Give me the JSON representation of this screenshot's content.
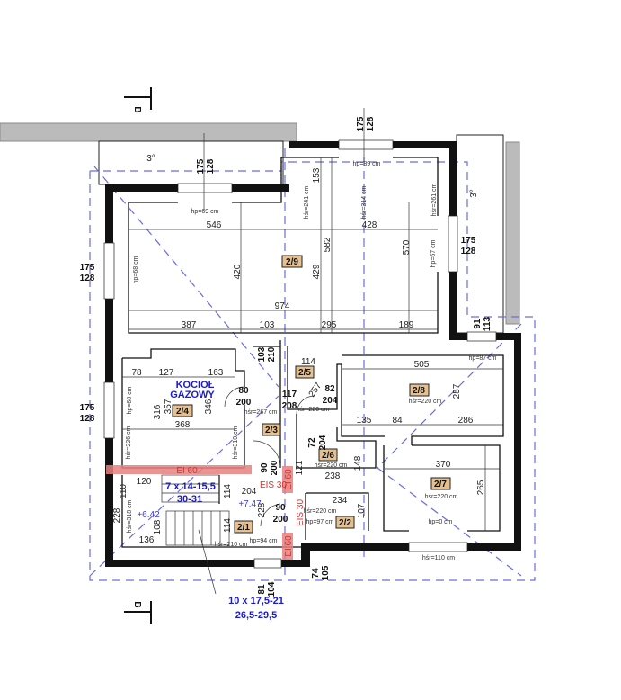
{
  "colors": {
    "wall": "#111111",
    "roof_outline": "#6c6ce0",
    "room_tag": "#e6c08e",
    "fire_band": "#e8807c",
    "fire_text": "#d9302f",
    "annotation_blue": "#1a1ad0",
    "terrace": "#bbbbbb"
  },
  "section_marks": [
    "B",
    "B"
  ],
  "slopes": [
    "3°",
    "3°"
  ],
  "window_sizes": {
    "top_left": [
      "175",
      "128"
    ],
    "top_center": [
      "175",
      "128"
    ],
    "left_upper": [
      "175",
      "128"
    ],
    "left_lower": [
      "175",
      "128"
    ],
    "right": [
      "175",
      "128"
    ],
    "right_small": [
      "91",
      "113"
    ],
    "bottom_door": [
      "81",
      "104"
    ],
    "bottom_window": [
      "74",
      "105"
    ]
  },
  "rooms": [
    {
      "id": "2/9",
      "sill": [
        "hp=69 cm",
        "hp=89 cm",
        "hp=68 cm",
        "hp=67 cm"
      ],
      "ceiling": [
        "hśr=241 cm",
        "hśr=314 cm",
        "hśr=261 cm"
      ],
      "dims": [
        "546",
        "428",
        "153",
        "582",
        "429",
        "420",
        "570",
        "974",
        "387",
        "103",
        "295",
        "189"
      ]
    },
    {
      "id": "2/4",
      "label": [
        "KOCIOŁ",
        "GAZOWY"
      ],
      "dims": [
        "78",
        "127",
        "163",
        "316",
        "357",
        "346",
        "368"
      ],
      "sill": "hp=68 cm",
      "ceiling": [
        "hśr=226 cm",
        "hśr=310 cm"
      ]
    },
    {
      "id": "2/5",
      "dims": [
        "114"
      ]
    },
    {
      "id": "2/3",
      "ceiling": "hśr=267 cm"
    },
    {
      "id": "2/8",
      "dims": [
        "505",
        "257",
        "135",
        "84",
        "286"
      ],
      "sill": "hp=87 cm",
      "ceiling": "hśr=220 cm"
    },
    {
      "id": "2/6",
      "dims": [
        "148",
        "121",
        "238",
        "257"
      ],
      "ceiling": "hśr=220 cm"
    },
    {
      "id": "2/7",
      "dims": [
        "370",
        "265"
      ],
      "ceiling": "hśr=220 cm",
      "sill": "hp=0 cm",
      "ceiling_low": "hśr=110 cm"
    },
    {
      "id": "2/1",
      "dims": [
        "120",
        "110",
        "114",
        "204",
        "228",
        "108",
        "136",
        "114",
        "228"
      ],
      "ceiling": [
        "hśr=318 cm",
        "hśr=210 cm"
      ],
      "sill": "hp=94 cm"
    },
    {
      "id": "2/2",
      "dims": [
        "234",
        "107"
      ],
      "ceiling": "hśr=220 cm",
      "sill": "hp=97 cm"
    }
  ],
  "doors": [
    [
      "103",
      "210"
    ],
    [
      "80",
      "200"
    ],
    [
      "117",
      "208"
    ],
    [
      "82",
      "204"
    ],
    [
      "72",
      "204"
    ],
    [
      "90",
      "200"
    ],
    [
      "90",
      "200"
    ]
  ],
  "corridor_ceiling": "hśr=220 cm",
  "fire_ratings": [
    "EI 60",
    "EIS 30",
    "EI 60",
    "EIS 30",
    "EI 60"
  ],
  "levels": [
    "+7.47",
    "+6.42"
  ],
  "stairs": {
    "upper": [
      "7 x 14-15,5",
      "30-31"
    ],
    "lower": [
      "10 x 17,5-21",
      "26,5-29,5"
    ]
  }
}
